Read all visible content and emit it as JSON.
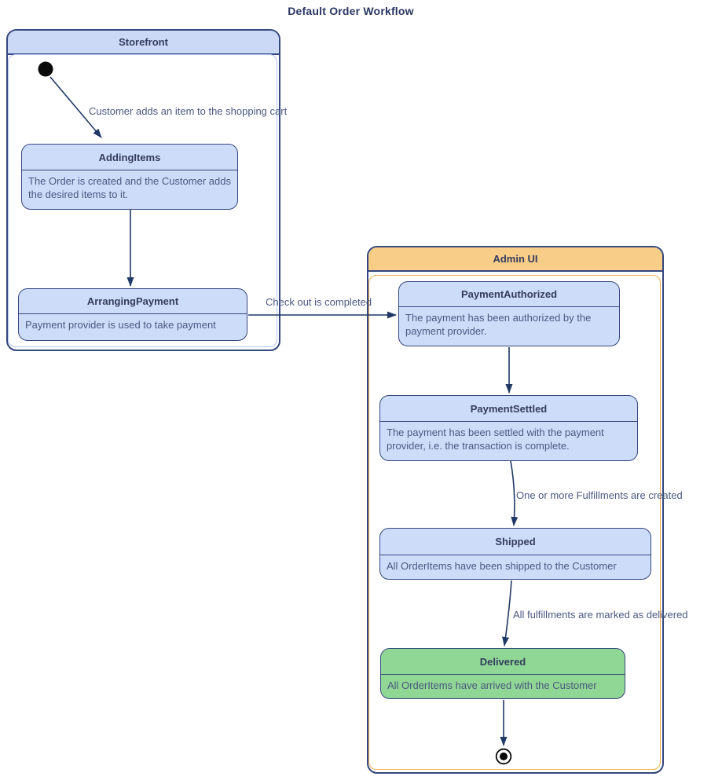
{
  "diagram_title": "Default Order Workflow",
  "containers": {
    "storefront": {
      "label": "Storefront"
    },
    "admin_ui": {
      "label": "Admin UI"
    }
  },
  "states": {
    "adding_items": {
      "title": "AddingItems",
      "description": "The Order is created and the Customer adds the desired items to it."
    },
    "arranging_payment": {
      "title": "ArrangingPayment",
      "description": "Payment provider is used to take payment"
    },
    "payment_authorized": {
      "title": "PaymentAuthorized",
      "description": "The payment has been authorized by the payment provider."
    },
    "payment_settled": {
      "title": "PaymentSettled",
      "description": "The payment has been settled with the payment provider, i.e. the transaction is complete."
    },
    "shipped": {
      "title": "Shipped",
      "description": "All OrderItems have been shipped to the Customer"
    },
    "delivered": {
      "title": "Delivered",
      "description": "All OrderItems have arrived with the Customer"
    }
  },
  "transitions": {
    "add_item": {
      "label": "Customer adds an item to the shopping cart"
    },
    "checkout": {
      "label": "Check out is completed"
    },
    "fulfillments_created": {
      "label": "One or more Fulfillments are created"
    },
    "marked_delivered": {
      "label": "All fulfillments are marked as delivered"
    }
  },
  "colors": {
    "state_fill_blue": "#cddcf9",
    "state_fill_green": "#90d795",
    "state_border": "#35477d",
    "header_fill_blue": "#cbd9f7",
    "header_fill_orange": "#f8cd88",
    "inner_border_blue": "#b0c5f2",
    "inner_border_orange": "#f2b14e",
    "arrow": "#1f3864",
    "title_text": "#2a3763",
    "body_text": "#4c5880"
  }
}
